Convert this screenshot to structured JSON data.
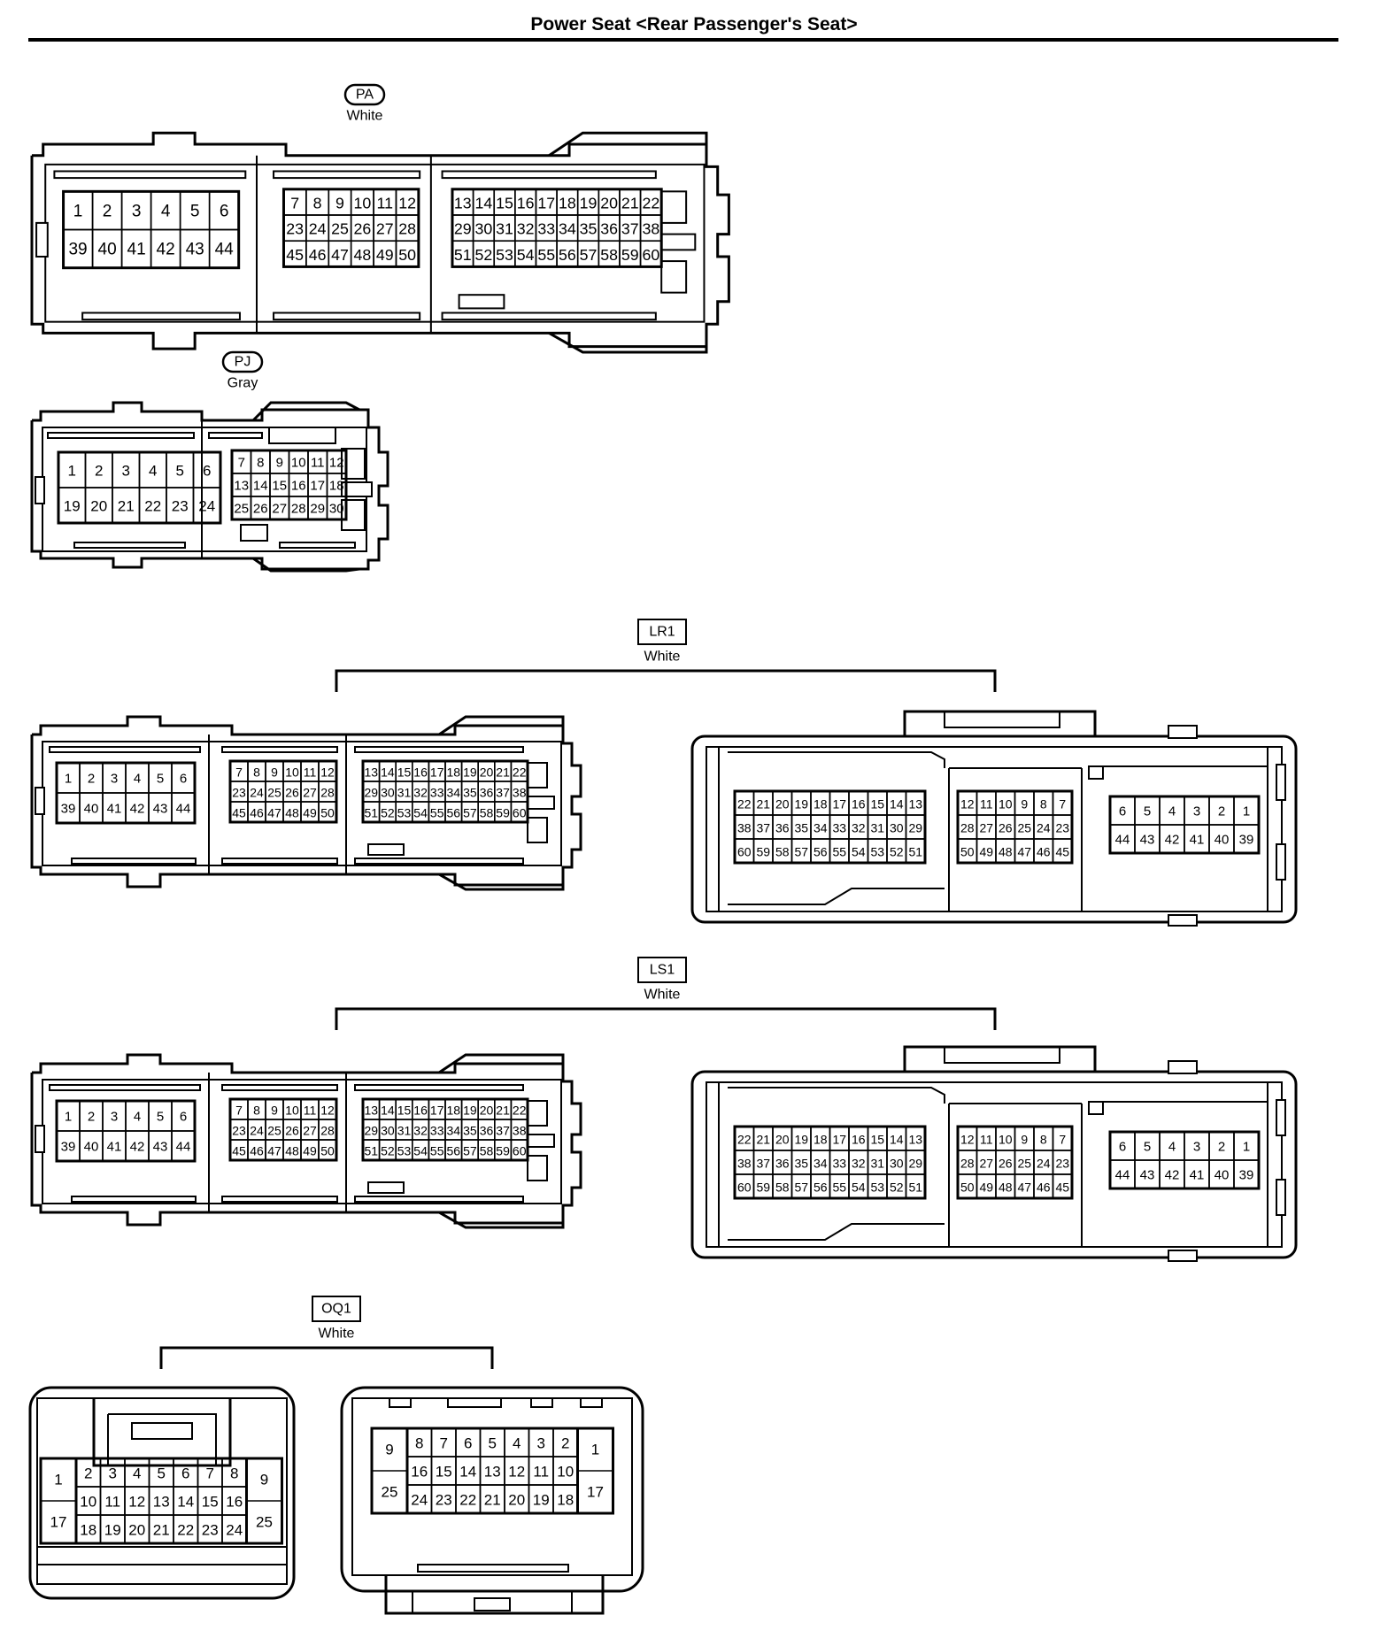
{
  "title": "Power Seat <Rear Passenger's Seat>",
  "connectors": [
    {
      "id": "PA",
      "color": "White",
      "label_style": "oval",
      "views": [
        {
          "kind": "large-ecu",
          "blocks": [
            {
              "rows": [
                [
                  "1",
                  "2",
                  "3",
                  "4",
                  "5",
                  "6"
                ],
                [
                  "39",
                  "40",
                  "41",
                  "42",
                  "43",
                  "44"
                ]
              ]
            },
            {
              "rows": [
                [
                  "7",
                  "8",
                  "9",
                  "10",
                  "11",
                  "12"
                ],
                [
                  "23",
                  "24",
                  "25",
                  "26",
                  "27",
                  "28"
                ],
                [
                  "45",
                  "46",
                  "47",
                  "48",
                  "49",
                  "50"
                ]
              ]
            },
            {
              "rows": [
                [
                  "13",
                  "14",
                  "15",
                  "16",
                  "17",
                  "18",
                  "19",
                  "20",
                  "21",
                  "22"
                ],
                [
                  "29",
                  "30",
                  "31",
                  "32",
                  "33",
                  "34",
                  "35",
                  "36",
                  "37",
                  "38"
                ],
                [
                  "51",
                  "52",
                  "53",
                  "54",
                  "55",
                  "56",
                  "57",
                  "58",
                  "59",
                  "60"
                ]
              ]
            }
          ]
        }
      ]
    },
    {
      "id": "PJ",
      "color": "Gray",
      "label_style": "oval",
      "views": [
        {
          "kind": "medium-ecu",
          "blocks": [
            {
              "rows": [
                [
                  "1",
                  "2",
                  "3",
                  "4",
                  "5",
                  "6"
                ],
                [
                  "19",
                  "20",
                  "21",
                  "22",
                  "23",
                  "24"
                ]
              ]
            },
            {
              "rows": [
                [
                  "7",
                  "8",
                  "9",
                  "10",
                  "11",
                  "12"
                ],
                [
                  "13",
                  "14",
                  "15",
                  "16",
                  "17",
                  "18"
                ],
                [
                  "25",
                  "26",
                  "27",
                  "28",
                  "29",
                  "30"
                ]
              ]
            }
          ]
        }
      ]
    },
    {
      "id": "LR1",
      "color": "White",
      "label_style": "box",
      "views": [
        {
          "kind": "large-ecu",
          "blocks": [
            {
              "rows": [
                [
                  "1",
                  "2",
                  "3",
                  "4",
                  "5",
                  "6"
                ],
                [
                  "39",
                  "40",
                  "41",
                  "42",
                  "43",
                  "44"
                ]
              ]
            },
            {
              "rows": [
                [
                  "7",
                  "8",
                  "9",
                  "10",
                  "11",
                  "12"
                ],
                [
                  "23",
                  "24",
                  "25",
                  "26",
                  "27",
                  "28"
                ],
                [
                  "45",
                  "46",
                  "47",
                  "48",
                  "49",
                  "50"
                ]
              ]
            },
            {
              "rows": [
                [
                  "13",
                  "14",
                  "15",
                  "16",
                  "17",
                  "18",
                  "19",
                  "20",
                  "21",
                  "22"
                ],
                [
                  "29",
                  "30",
                  "31",
                  "32",
                  "33",
                  "34",
                  "35",
                  "36",
                  "37",
                  "38"
                ],
                [
                  "51",
                  "52",
                  "53",
                  "54",
                  "55",
                  "56",
                  "57",
                  "58",
                  "59",
                  "60"
                ]
              ]
            }
          ]
        },
        {
          "kind": "mating-housing",
          "blocks": [
            {
              "rows": [
                [
                  "22",
                  "21",
                  "20",
                  "19",
                  "18",
                  "17",
                  "16",
                  "15",
                  "14",
                  "13"
                ],
                [
                  "38",
                  "37",
                  "36",
                  "35",
                  "34",
                  "33",
                  "32",
                  "31",
                  "30",
                  "29"
                ],
                [
                  "60",
                  "59",
                  "58",
                  "57",
                  "56",
                  "55",
                  "54",
                  "53",
                  "52",
                  "51"
                ]
              ]
            },
            {
              "rows": [
                [
                  "12",
                  "11",
                  "10",
                  "9",
                  "8",
                  "7"
                ],
                [
                  "28",
                  "27",
                  "26",
                  "25",
                  "24",
                  "23"
                ],
                [
                  "50",
                  "49",
                  "48",
                  "47",
                  "46",
                  "45"
                ]
              ]
            },
            {
              "rows": [
                [
                  "6",
                  "5",
                  "4",
                  "3",
                  "2",
                  "1"
                ],
                [
                  "44",
                  "43",
                  "42",
                  "41",
                  "40",
                  "39"
                ]
              ]
            }
          ]
        }
      ]
    },
    {
      "id": "LS1",
      "color": "White",
      "label_style": "box",
      "views": [
        {
          "kind": "large-ecu",
          "blocks": [
            {
              "rows": [
                [
                  "1",
                  "2",
                  "3",
                  "4",
                  "5",
                  "6"
                ],
                [
                  "39",
                  "40",
                  "41",
                  "42",
                  "43",
                  "44"
                ]
              ]
            },
            {
              "rows": [
                [
                  "7",
                  "8",
                  "9",
                  "10",
                  "11",
                  "12"
                ],
                [
                  "23",
                  "24",
                  "25",
                  "26",
                  "27",
                  "28"
                ],
                [
                  "45",
                  "46",
                  "47",
                  "48",
                  "49",
                  "50"
                ]
              ]
            },
            {
              "rows": [
                [
                  "13",
                  "14",
                  "15",
                  "16",
                  "17",
                  "18",
                  "19",
                  "20",
                  "21",
                  "22"
                ],
                [
                  "29",
                  "30",
                  "31",
                  "32",
                  "33",
                  "34",
                  "35",
                  "36",
                  "37",
                  "38"
                ],
                [
                  "51",
                  "52",
                  "53",
                  "54",
                  "55",
                  "56",
                  "57",
                  "58",
                  "59",
                  "60"
                ]
              ]
            }
          ]
        },
        {
          "kind": "mating-housing",
          "blocks": [
            {
              "rows": [
                [
                  "22",
                  "21",
                  "20",
                  "19",
                  "18",
                  "17",
                  "16",
                  "15",
                  "14",
                  "13"
                ],
                [
                  "38",
                  "37",
                  "36",
                  "35",
                  "34",
                  "33",
                  "32",
                  "31",
                  "30",
                  "29"
                ],
                [
                  "60",
                  "59",
                  "58",
                  "57",
                  "56",
                  "55",
                  "54",
                  "53",
                  "52",
                  "51"
                ]
              ]
            },
            {
              "rows": [
                [
                  "12",
                  "11",
                  "10",
                  "9",
                  "8",
                  "7"
                ],
                [
                  "28",
                  "27",
                  "26",
                  "25",
                  "24",
                  "23"
                ],
                [
                  "50",
                  "49",
                  "48",
                  "47",
                  "46",
                  "45"
                ]
              ]
            },
            {
              "rows": [
                [
                  "6",
                  "5",
                  "4",
                  "3",
                  "2",
                  "1"
                ],
                [
                  "44",
                  "43",
                  "42",
                  "41",
                  "40",
                  "39"
                ]
              ]
            }
          ]
        }
      ]
    },
    {
      "id": "OQ1",
      "color": "White",
      "label_style": "box",
      "views": [
        {
          "kind": "small-left",
          "pins": {
            "left": [
              "1",
              "17"
            ],
            "rows": [
              [
                "2",
                "3",
                "4",
                "5",
                "6",
                "7",
                "8"
              ],
              [
                "10",
                "11",
                "12",
                "13",
                "14",
                "15",
                "16"
              ],
              [
                "18",
                "19",
                "20",
                "21",
                "22",
                "23",
                "24"
              ]
            ],
            "right": [
              "9",
              "25"
            ]
          }
        },
        {
          "kind": "small-right",
          "pins": {
            "left": [
              "9",
              "25"
            ],
            "rows": [
              [
                "8",
                "7",
                "6",
                "5",
                "4",
                "3",
                "2"
              ],
              [
                "16",
                "15",
                "14",
                "13",
                "12",
                "11",
                "10"
              ],
              [
                "24",
                "23",
                "22",
                "21",
                "20",
                "19",
                "18"
              ]
            ],
            "right": [
              "1",
              "17"
            ]
          }
        }
      ]
    }
  ]
}
